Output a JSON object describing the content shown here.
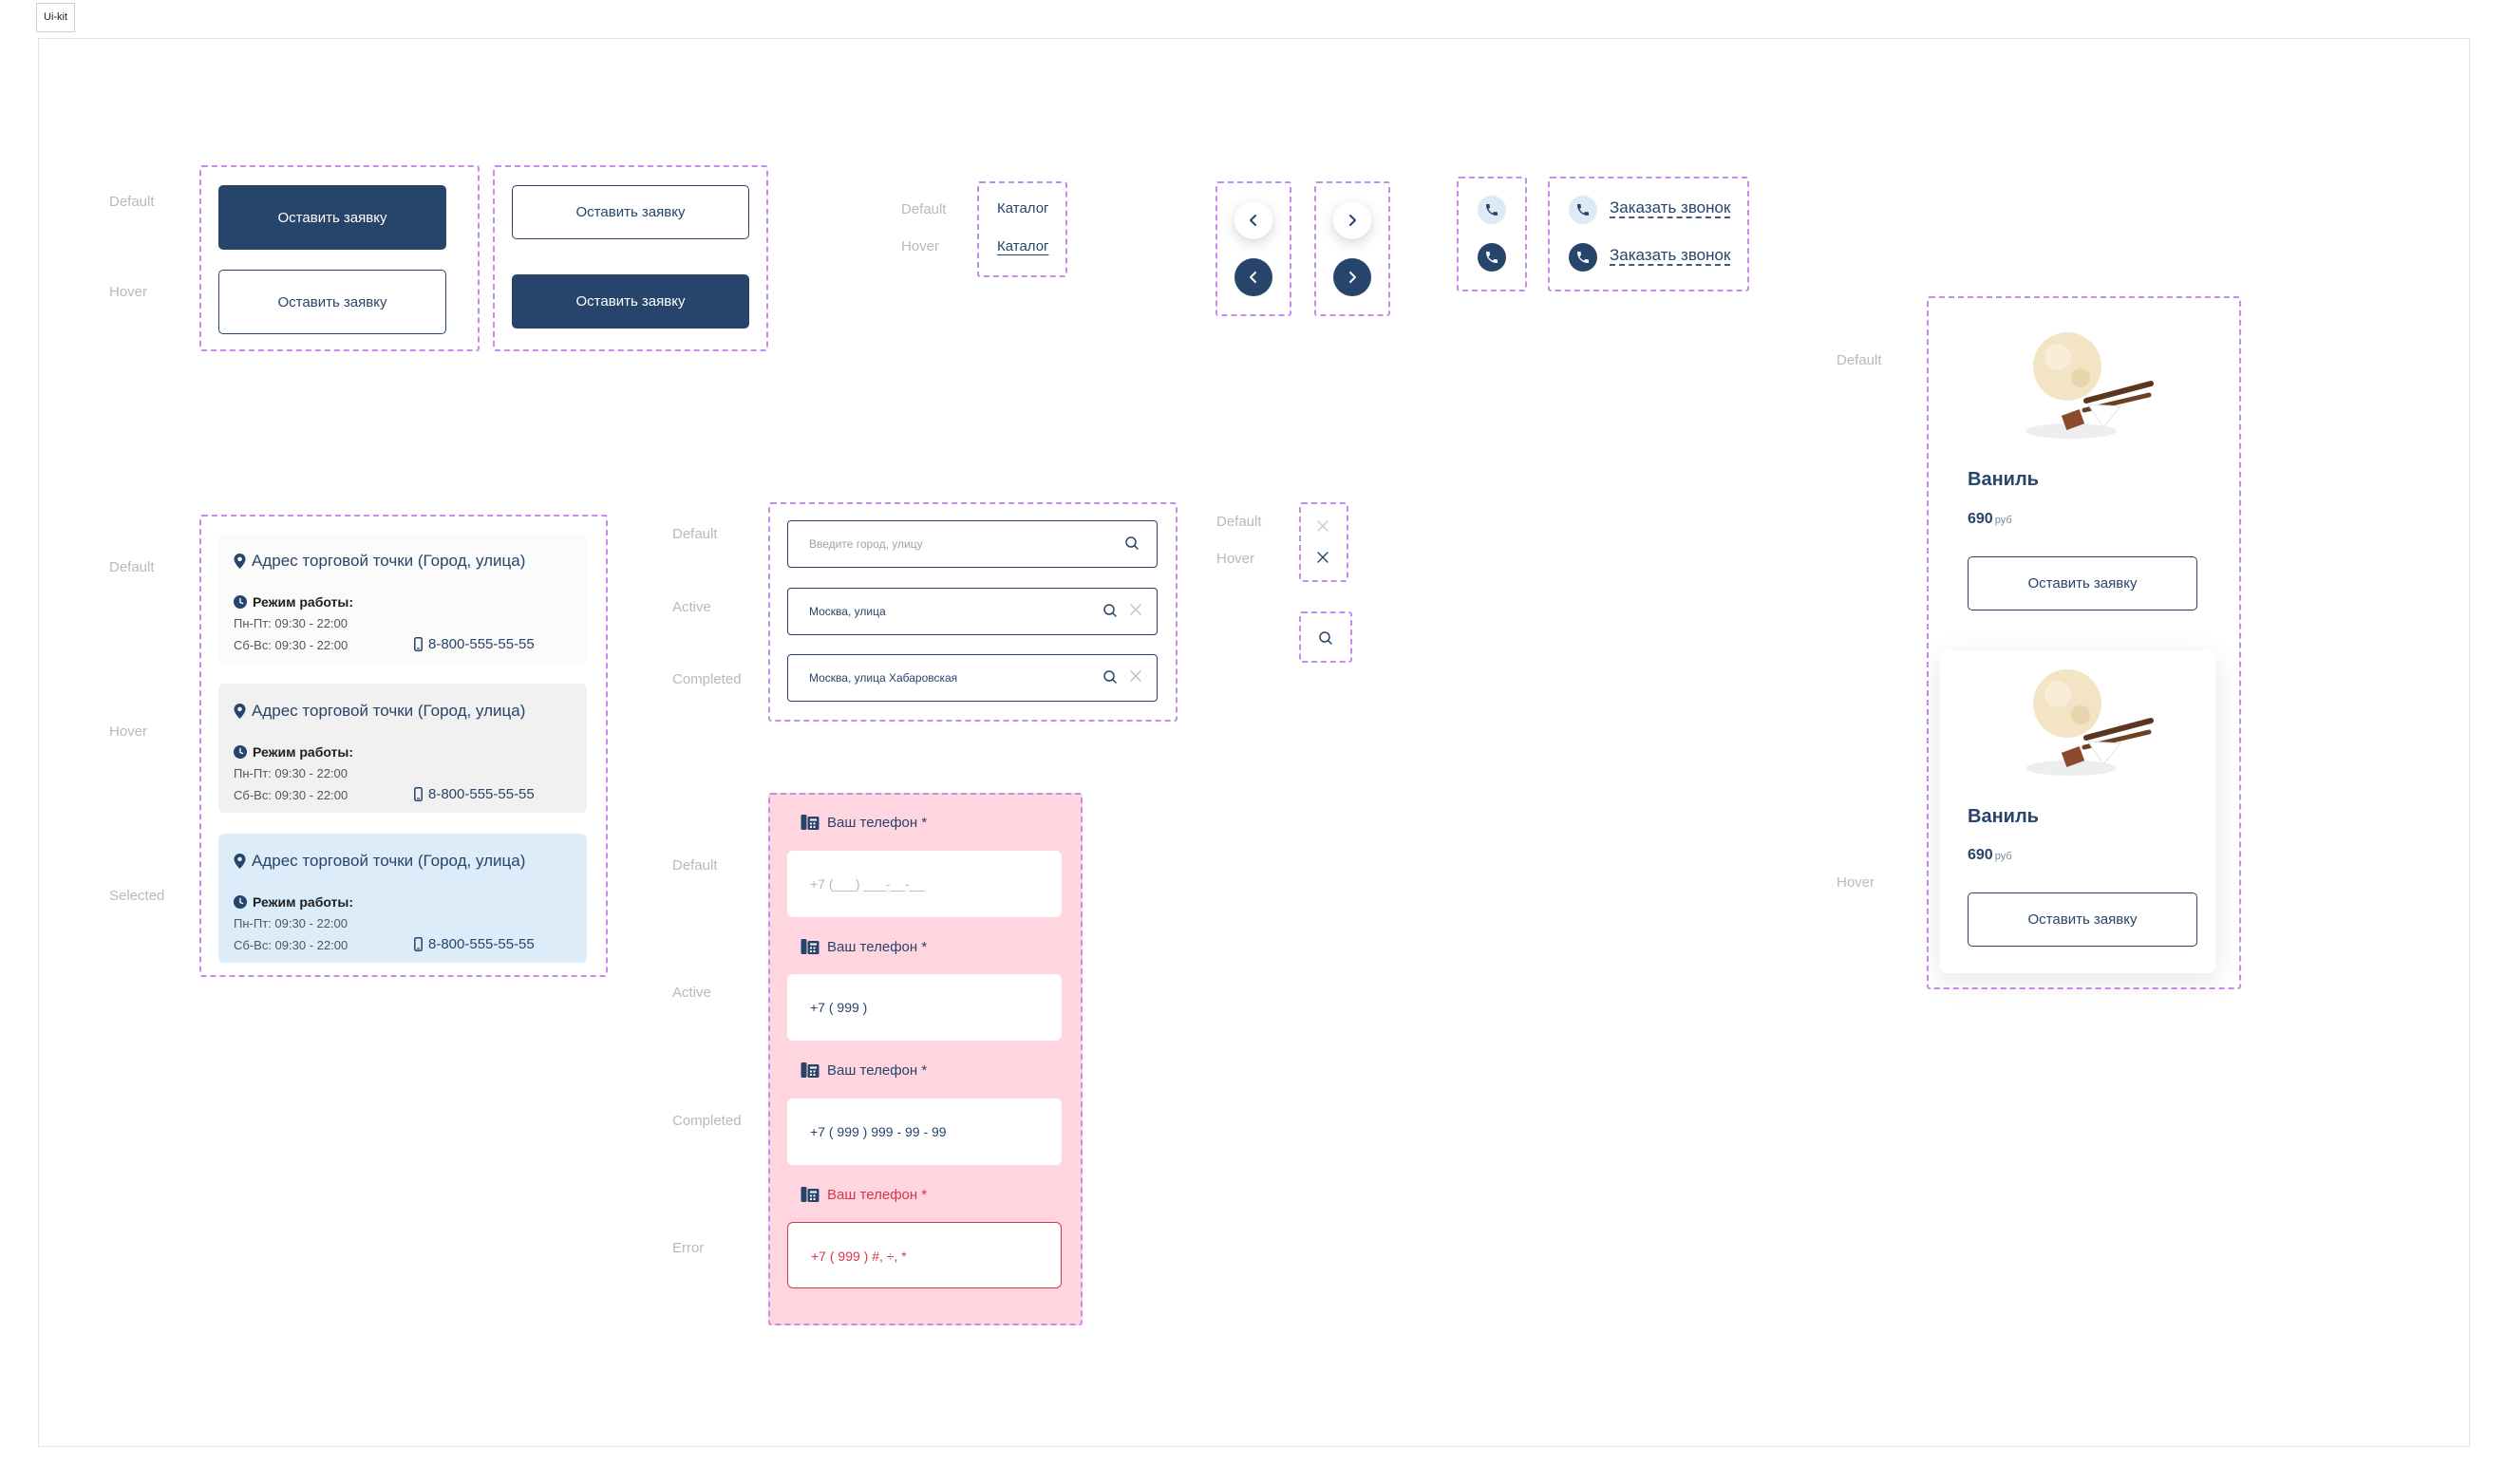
{
  "page": {
    "tag": "Ui-kit"
  },
  "colors": {
    "primary": "#27446a",
    "accent_dash": "#c58cf0",
    "error": "#d9344d",
    "selected_bg": "#dcedf9",
    "hover_bg": "#f1f1f1",
    "form_bg": "#ffd6e0"
  },
  "buttons": {
    "state_default": "Default",
    "state_hover": "Hover",
    "label": "Оставить заявку"
  },
  "catalog_link": {
    "state_default": "Default",
    "state_hover": "Hover",
    "label": "Каталог"
  },
  "callback": {
    "label": "Заказать звонок",
    "icon": "phone-icon"
  },
  "stores": {
    "state_default": "Default",
    "state_hover": "Hover",
    "state_selected": "Selected",
    "address": "Адрес торговой точки (Город, улица)",
    "hours_label": "Режим работы:",
    "weekday": "Пн-Пт: 09:30 - 22:00",
    "weekend": "Сб-Вс: 09:30 - 22:00",
    "phone": "8-800-555-55-55"
  },
  "search": {
    "state_default": "Default",
    "state_active": "Active",
    "state_completed": "Completed",
    "placeholder": "Введите город, улицу",
    "active_value": "Москва, улица",
    "completed_value": "Москва, улица Хабаровская"
  },
  "clear_icon_states": {
    "state_default": "Default",
    "state_hover": "Hover"
  },
  "phone_form": {
    "state_default": "Default",
    "state_active": "Active",
    "state_completed": "Completed",
    "state_error": "Error",
    "label": "Ваш телефон *",
    "placeholder": "+7 (___) ___-__-__",
    "active_value": "+7 ( 999 )",
    "completed_value": "+7 ( 999 ) 999 - 99 - 99",
    "error_value": "+7 ( 999 ) #, ÷, *"
  },
  "product_cards": {
    "state_default": "Default",
    "state_hover": "Hover",
    "name": "Ваниль",
    "price": "690",
    "currency": "руб",
    "button": "Оставить заявку"
  }
}
